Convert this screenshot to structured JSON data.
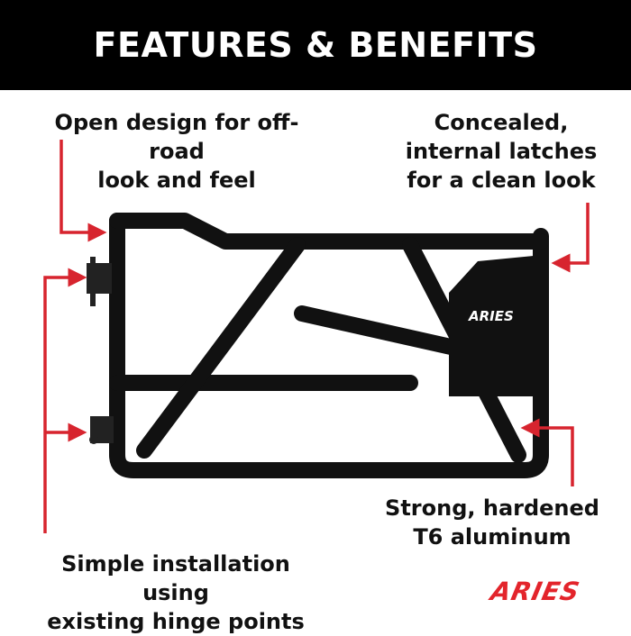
{
  "header": {
    "title": "FEATURES & BENEFITS"
  },
  "callouts": {
    "open_design": [
      "Open design for off-road",
      "look and feel"
    ],
    "latches": [
      "Concealed,",
      "internal latches",
      "for a clean look"
    ],
    "aluminum": [
      "Strong, hardened",
      "T6 aluminum"
    ],
    "installation": [
      "Simple installation using",
      "existing hinge points"
    ]
  },
  "product": {
    "panel_logo": "ARIES"
  },
  "brand": {
    "logo": "ARIES",
    "color": "#e3242b"
  },
  "colors": {
    "accent": "#d7242e",
    "header_bg": "#000000"
  }
}
